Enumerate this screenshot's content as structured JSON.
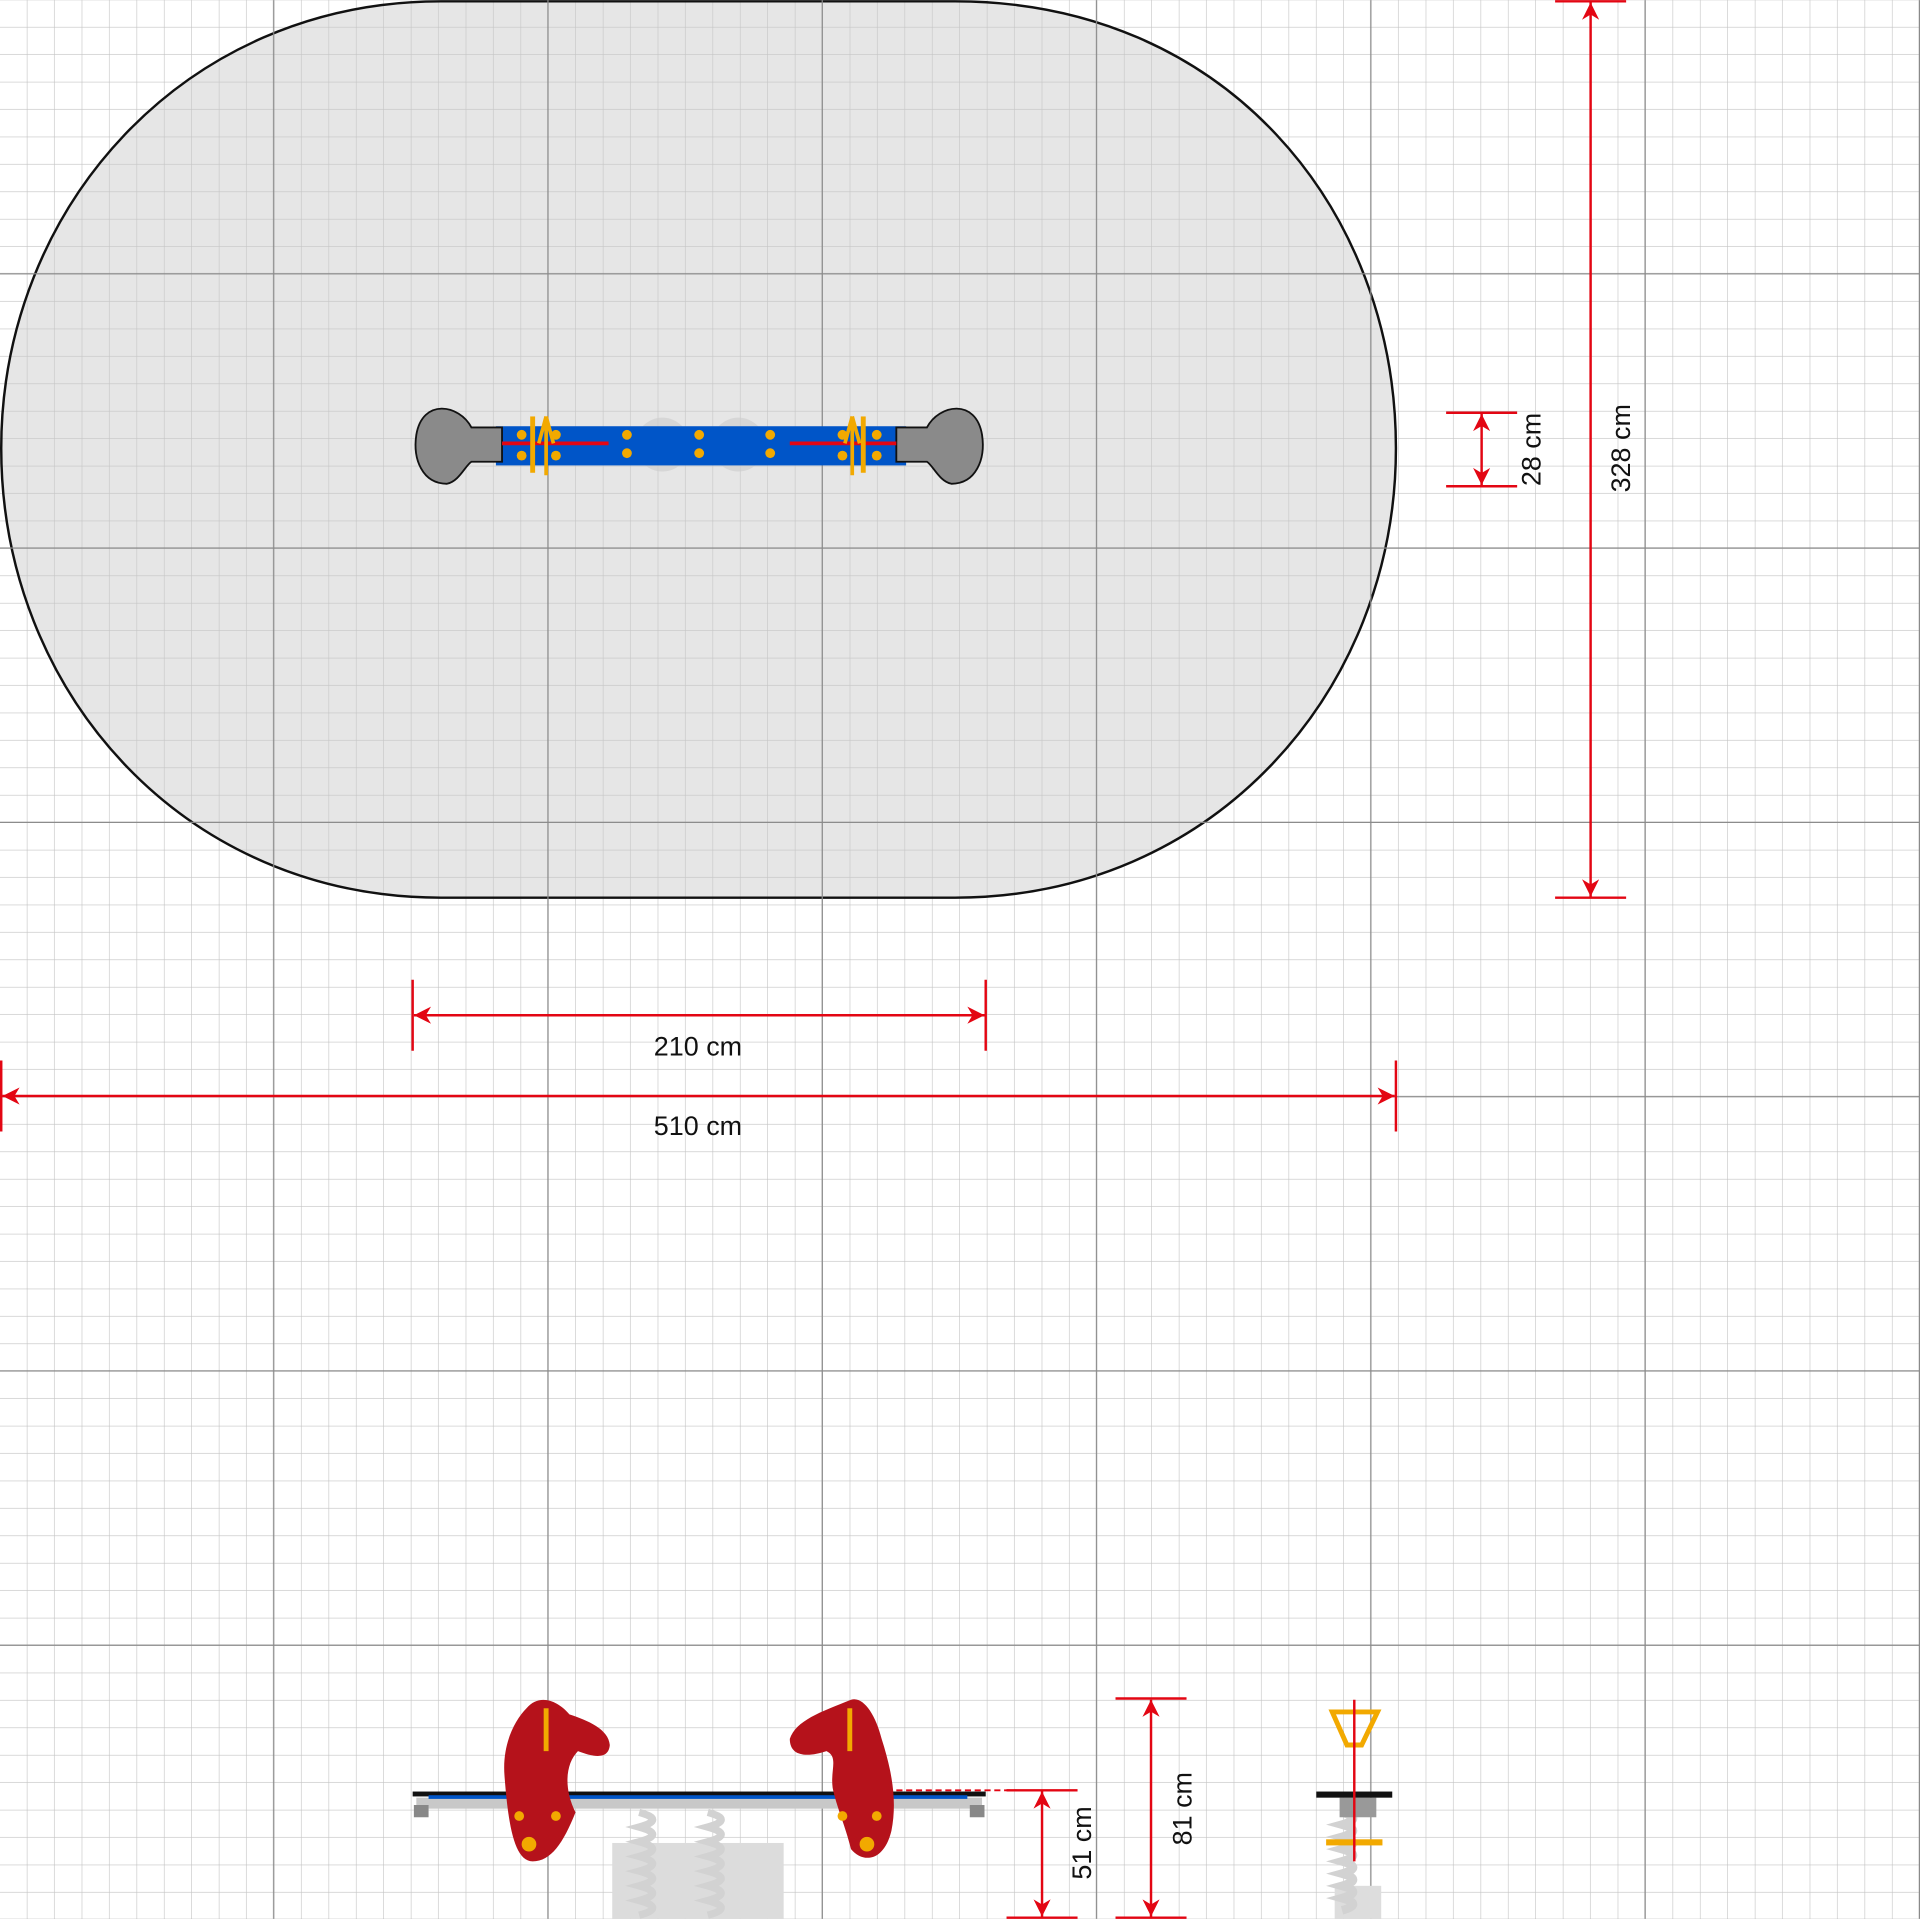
{
  "drawing": {
    "dimensions": {
      "footprint_length": "210 cm",
      "safety_zone_length": "510 cm",
      "safety_zone_width": "328 cm",
      "footprint_width": "28 cm",
      "seat_height": "51 cm",
      "total_height": "81 cm"
    },
    "colors": {
      "dimension_line": "#e30613",
      "seat_board": "#0055c8",
      "horse_body": "#b5121b",
      "handles": "#f2a900",
      "safety_zone": "#e6e6e6",
      "end_caps": "#8a8a8a"
    }
  }
}
